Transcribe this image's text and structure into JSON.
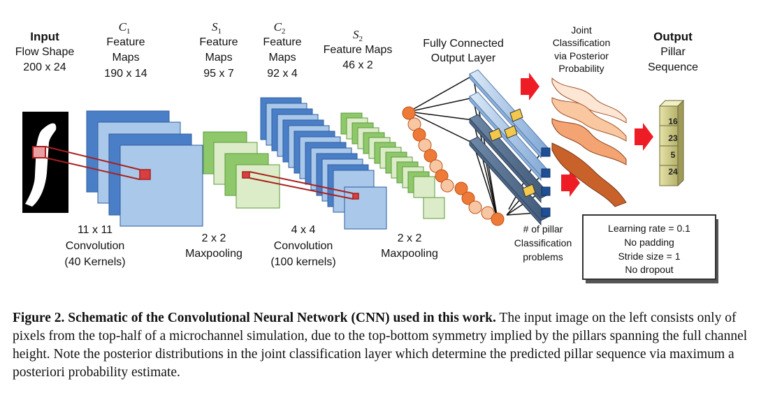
{
  "input": {
    "title": "Input",
    "line1": "Flow Shape",
    "line2": "200 x 24"
  },
  "c1": {
    "sym": "C",
    "sub": "1",
    "line1": "Feature",
    "line2": "Maps",
    "line3": "190 x 14"
  },
  "s1": {
    "sym": "S",
    "sub": "1",
    "line1": "Feature",
    "line2": "Maps",
    "line3": "95 x 7"
  },
  "c2": {
    "sym": "C",
    "sub": "2",
    "line1": "Feature",
    "line2": "Maps",
    "line3": "92 x 4"
  },
  "s2": {
    "sym": "S",
    "sub": "2",
    "line1": "Feature Maps",
    "line2": "46 x 2"
  },
  "fc": {
    "line1": "Fully Connected",
    "line2": "Output Layer"
  },
  "joint": {
    "line1": "Joint",
    "line2": "Classification",
    "line3": "via Posterior",
    "line4": "Probability"
  },
  "output": {
    "title": "Output",
    "line1": "Pillar",
    "line2": "Sequence",
    "values": [
      "16",
      "23",
      "5",
      "24"
    ]
  },
  "conv1": {
    "line1": "11 x 11",
    "line2": "Convolution",
    "line3": "(40 Kernels)"
  },
  "pool1": {
    "line1": "2 x 2",
    "line2": "Maxpooling"
  },
  "conv2": {
    "line1": "4 x 4",
    "line2": "Convolution",
    "line3": "(100 kernels)"
  },
  "pool2": {
    "line1": "2 x 2",
    "line2": "Maxpooling"
  },
  "pillar_problems": {
    "line1": "# of pillar",
    "line2": "Classification",
    "line3": "problems"
  },
  "hyperparams": {
    "line1": "Learning rate = 0.1",
    "line2": "No padding",
    "line3": "Stride size = 1",
    "line4": "No dropout"
  },
  "caption": {
    "label": "Figure 2.",
    "title": "Schematic of the Convolutional Neural Network (CNN) used in this work.",
    "body": "The input image on the left consists only of pixels from the top-half of a microchannel simulation, due to the top-bottom symmetry implied by the pillars spanning the full channel height. Note the posterior distributions in the joint classification layer which determine the predicted pillar sequence via maximum a posteriori probability estimate."
  },
  "colors": {
    "dark_blue": "#4a7fc8",
    "light_blue": "#aac8ea",
    "green": "#8ec86a",
    "light_green": "#dcecc8",
    "red": "#a82020",
    "orange": "#ee7a38",
    "arrow_red": "#ee1c24"
  }
}
